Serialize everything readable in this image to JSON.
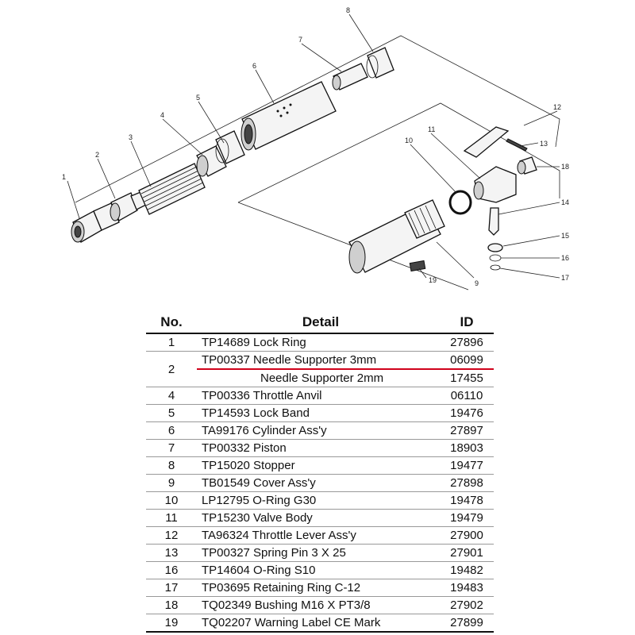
{
  "diagram": {
    "callouts": [
      "1",
      "2",
      "3",
      "4",
      "5",
      "6",
      "7",
      "8",
      "10",
      "11",
      "12",
      "13",
      "18",
      "14",
      "15",
      "16",
      "17",
      "19",
      "9"
    ]
  },
  "table": {
    "headers": {
      "no": "No.",
      "detail": "Detail",
      "id": "ID"
    },
    "rows": [
      {
        "no": "1",
        "detail": "TP14689 Lock Ring",
        "id": "27896"
      },
      {
        "no": "2",
        "detail": "TP00337 Needle Supporter 3mm",
        "id": "06099"
      },
      {
        "no": "",
        "detail": "Needle Supporter 2mm",
        "id": "17455"
      },
      {
        "no": "4",
        "detail": "TP00336 Throttle Anvil",
        "id": "06110"
      },
      {
        "no": "5",
        "detail": "TP14593 Lock Band",
        "id": "19476"
      },
      {
        "no": "6",
        "detail": "TA99176 Cylinder Ass'y",
        "id": "27897"
      },
      {
        "no": "7",
        "detail": "TP00332 Piston",
        "id": "18903"
      },
      {
        "no": "8",
        "detail": "TP15020 Stopper",
        "id": "19477"
      },
      {
        "no": "9",
        "detail": "TB01549 Cover Ass'y",
        "id": "27898"
      },
      {
        "no": "10",
        "detail": "LP12795 O-Ring G30",
        "id": "19478"
      },
      {
        "no": "11",
        "detail": "TP15230 Valve Body",
        "id": "19479"
      },
      {
        "no": "12",
        "detail": "TA96324 Throttle Lever Ass'y",
        "id": "27900"
      },
      {
        "no": "13",
        "detail": "TP00327 Spring Pin 3 X 25",
        "id": "27901"
      },
      {
        "no": "16",
        "detail": "TP14604 O-Ring S10",
        "id": "19482"
      },
      {
        "no": "17",
        "detail": "TP03695 Retaining Ring C-12",
        "id": "19483"
      },
      {
        "no": "18",
        "detail": "TQ02349 Bushing M16 X PT3/8",
        "id": "27902"
      },
      {
        "no": "19",
        "detail": "TQ02207 Warning Label CE Mark",
        "id": "27899"
      }
    ],
    "highlight_color": "#d0021b"
  }
}
